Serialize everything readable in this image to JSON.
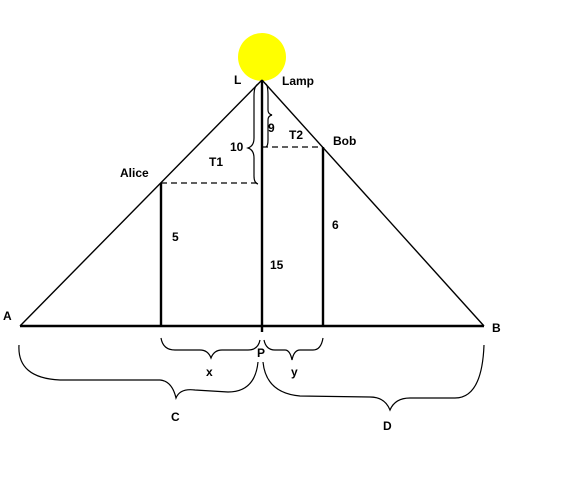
{
  "colors": {
    "lamp": "#ffff00",
    "stroke": "#000000",
    "background": "#ffffff"
  },
  "labels": {
    "L": "L",
    "lamp": "Lamp",
    "A": "A",
    "B": "B",
    "P": "P",
    "alice": "Alice",
    "bob": "Bob",
    "t1": "T1",
    "t2": "T2",
    "alice_height": "5",
    "bob_height": "6",
    "lamp_height": "15",
    "upper_segment": "10",
    "upper_segment_bob": "9",
    "x": "x",
    "y": "y",
    "C": "C",
    "D": "D"
  }
}
